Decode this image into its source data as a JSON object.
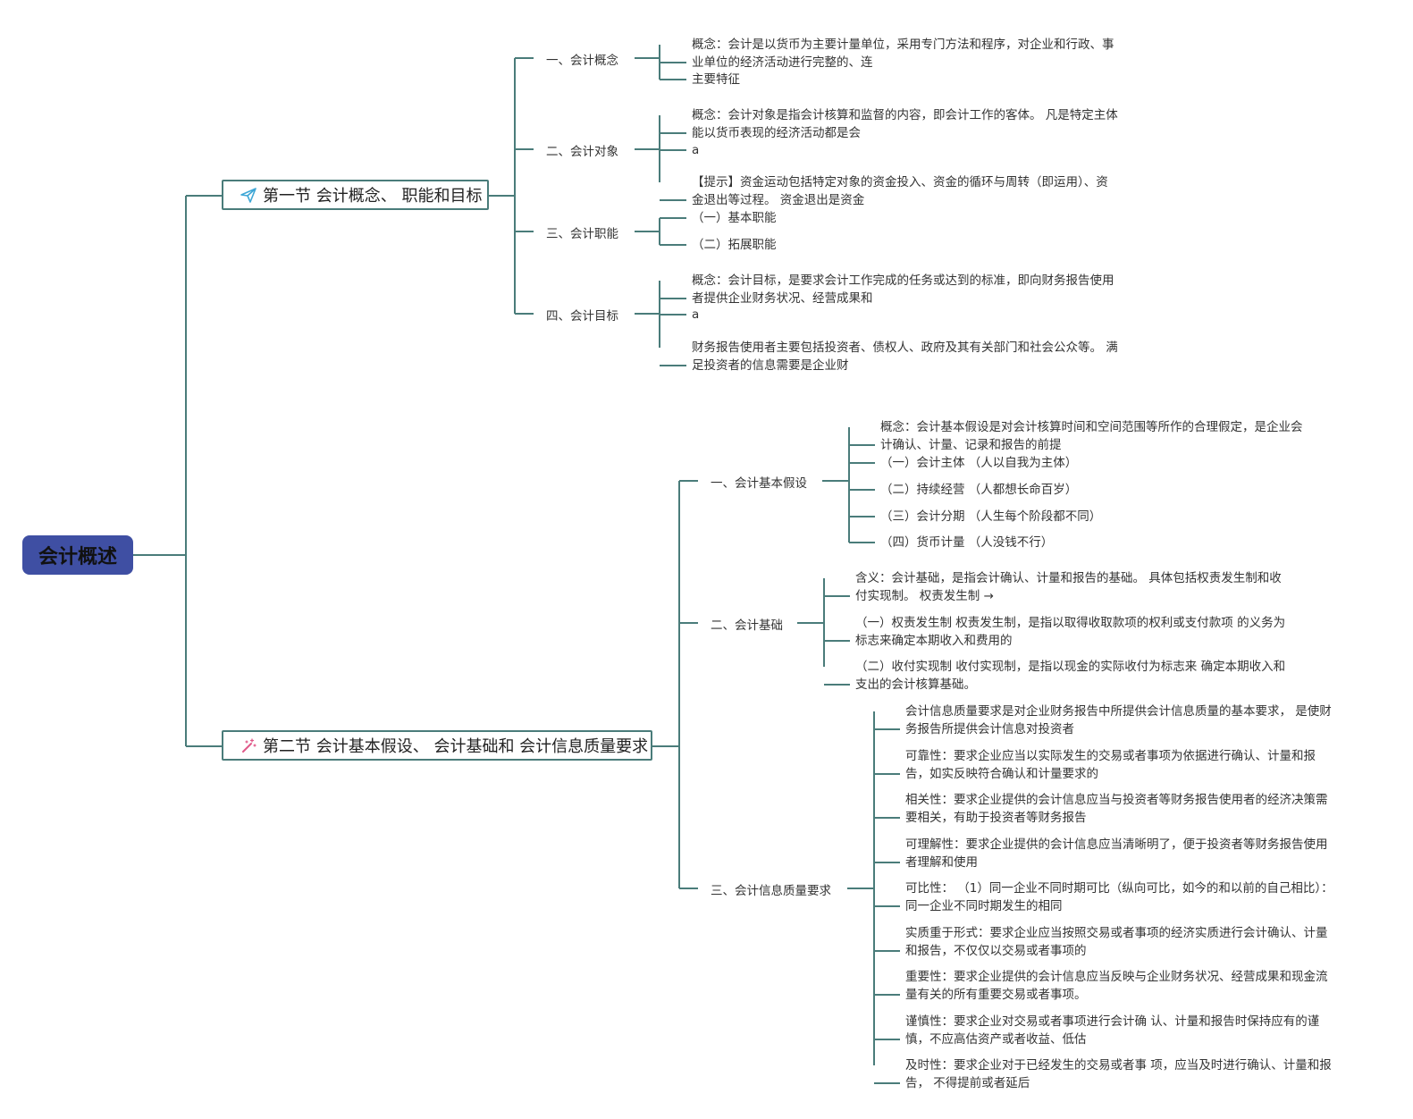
{
  "root": {
    "title": "会计概述"
  },
  "section1": {
    "title": "第一节 会计概念、 职能和目标",
    "icon": "paper-plane-icon",
    "branches": [
      {
        "label": "一、会计概念",
        "leaves": [
          [
            "概念：会计是以货币为主要计量单位，采用专门方法和程序，对企业和行政、事",
            "业单位的经济活动进行完整的、连"
          ],
          [
            "主要特征"
          ]
        ]
      },
      {
        "label": "二、会计对象",
        "leaves": [
          [
            "概念：会计对象是指会计核算和监督的内容，即会计工作的客体。 凡是特定主体",
            "能以货币表现的经济活动都是会"
          ],
          [
            "a"
          ],
          [
            "【提示】资金运动包括特定对象的资金投入、资金的循环与周转（即运用）、资",
            "金退出等过程。 资金退出是资金"
          ]
        ]
      },
      {
        "label": "三、会计职能",
        "leaves": [
          [
            "（一）基本职能"
          ],
          [
            "（二）拓展职能"
          ]
        ]
      },
      {
        "label": "四、会计目标",
        "leaves": [
          [
            "概念：会计目标，是要求会计工作完成的任务或达到的标准，即向财务报告使用",
            "者提供企业财务状况、经营成果和"
          ],
          [
            "a"
          ],
          [
            "财务报告使用者主要包括投资者、债权人、政府及其有关部门和社会公众等。 满",
            "足投资者的信息需要是企业财"
          ]
        ]
      }
    ]
  },
  "section2": {
    "title": "第二节 会计基本假设、 会计基础和 会计信息质量要求",
    "icon": "magic-wand-icon",
    "branches": [
      {
        "label": "一、会计基本假设",
        "leaves": [
          [
            "概念：会计基本假设是对会计核算时间和空间范围等所作的合理假定，是企业会",
            "计确认、计量、记录和报告的前提"
          ],
          [
            "（一）会计主体 （人以自我为主体）"
          ],
          [
            "（二）持续经营 （人都想长命百岁）"
          ],
          [
            "（三）会计分期 （人生每个阶段都不同）"
          ],
          [
            "（四）货币计量 （人没钱不行）"
          ]
        ]
      },
      {
        "label": "二、会计基础",
        "leaves": [
          [
            "含义：会计基础，是指会计确认、计量和报告的基础。 具体包括权责发生制和收",
            "付实现制。 权责发生制 →"
          ],
          [
            "（一）权责发生制 权责发生制，是指以取得收取款项的权利或支付款项 的义务为",
            "标志来确定本期收入和费用的"
          ],
          [
            "（二）收付实现制 收付实现制，是指以现金的实际收付为标志来 确定本期收入和",
            "支出的会计核算基础。"
          ]
        ]
      },
      {
        "label": "三、会计信息质量要求",
        "leaves": [
          [
            "会计信息质量要求是对企业财务报告中所提供会计信息质量的基本要求， 是使财",
            "务报告所提供会计信息对投资者"
          ],
          [
            "可靠性：要求企业应当以实际发生的交易或者事项为依据进行确认、计量和报",
            "告，如实反映符合确认和计量要求的"
          ],
          [
            "相关性：要求企业提供的会计信息应当与投资者等财务报告使用者的经济决策需",
            "要相关，有助于投资者等财务报告"
          ],
          [
            "可理解性：要求企业提供的会计信息应当清晰明了，便于投资者等财务报告使用",
            "者理解和使用"
          ],
          [
            "可比性： （1）同一企业不同时期可比（纵向可比，如今的和以前的自己相比）：",
            "同一企业不同时期发生的相同"
          ],
          [
            "实质重于形式：要求企业应当按照交易或者事项的经济实质进行会计确认、计量",
            "和报告，不仅仅以交易或者事项的"
          ],
          [
            "重要性：要求企业提供的会计信息应当反映与企业财务状况、经营成果和现金流",
            "量有关的所有重要交易或者事项。"
          ],
          [
            "谨慎性：要求企业对交易或者事项进行会计确 认、计量和报告时保持应有的谨",
            "慎，不应高估资产或者收益、低估"
          ],
          [
            "及时性：要求企业对于已经发生的交易或者事 项，应当及时进行确认、计量和报",
            "告， 不得提前或者延后"
          ]
        ]
      }
    ]
  },
  "colors": {
    "line": "#4a7c7a",
    "root_bg": "#3f4fa3",
    "icon1": "#3fa7d6",
    "icon2": "#e05a8a"
  }
}
